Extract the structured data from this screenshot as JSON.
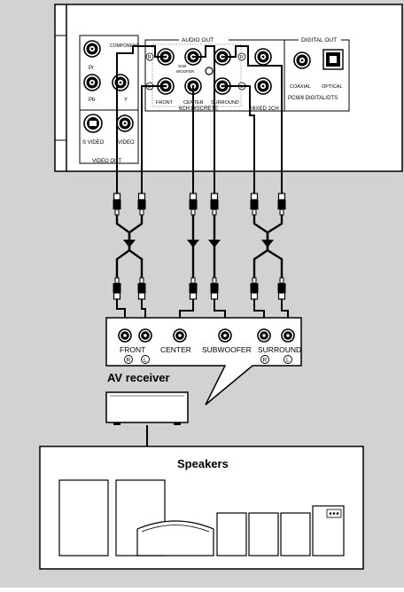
{
  "player_panel": {
    "component_label": "COMPONENT",
    "pb_label": "Pb",
    "pr_label": "Pr",
    "y_label": "Y",
    "svideo_label": "S VIDEO",
    "video_label": "VIDEO",
    "video_out_label": "VIDEO OUT",
    "audio_out_label": "AUDIO OUT",
    "sub_label": "SUB",
    "woofer_label": "WOOFER",
    "front_label": "FRONT",
    "center_label": "CENTER",
    "surround_label": "SURROUND",
    "sch_discrete_label": "6CH DISCRETE",
    "mixed_label": "MIXED 2CH",
    "digital_out_label": "DIGITAL OUT",
    "coaxial_label": "COAXIAL",
    "optical_label": "OPTICAL",
    "pcm_label": "PCM/Ⅱ DIGITAL/DTS",
    "r_mark": "R",
    "l_mark": "L"
  },
  "receiver_panel": {
    "front_label": "FRONT",
    "center_label": "CENTER",
    "subwoofer_label": "SUBWOOFER",
    "surround_label": "SURROUND",
    "r_mark": "R",
    "l_mark": "L"
  },
  "callout_label": "AV receiver",
  "speakers_label": "Speakers",
  "colors": {
    "background": "#d2d2d2",
    "panel": "#ffffff",
    "line": "#000000"
  }
}
